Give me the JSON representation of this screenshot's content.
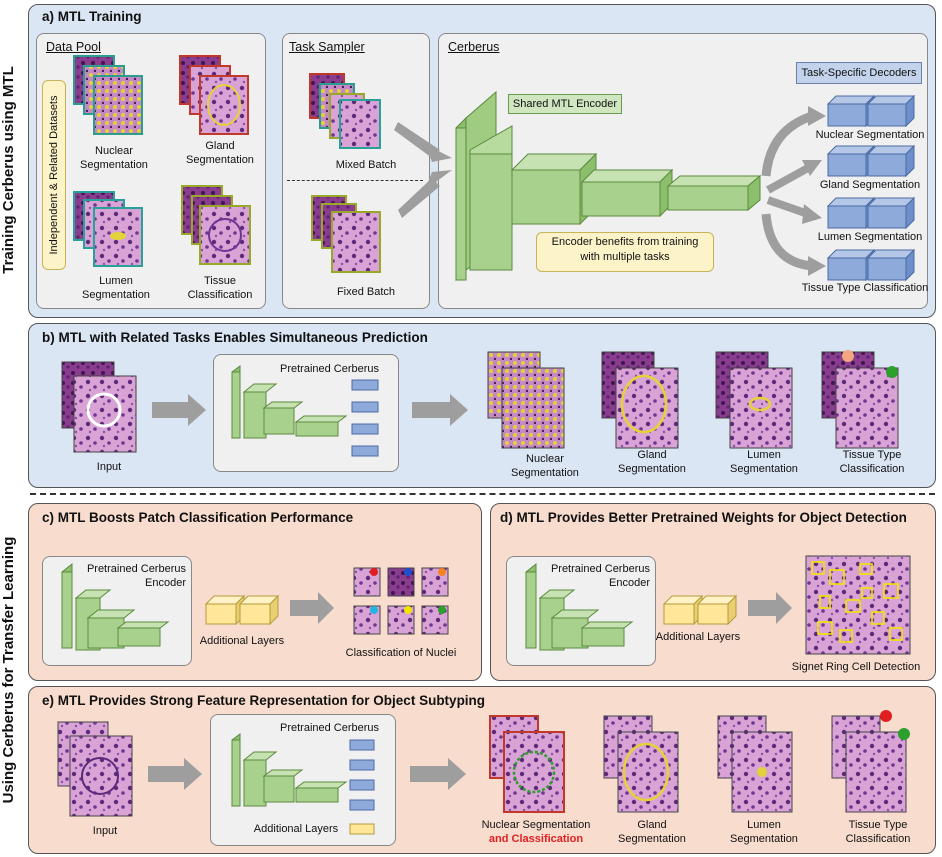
{
  "side_labels": {
    "top": "Training Cerberus using MTL",
    "bottom": "Using Cerberus for Transfer Learning"
  },
  "panel_a": {
    "title": "a) MTL Training",
    "data_pool": {
      "heading": "Data Pool",
      "tag": "Independent & Related Datasets",
      "items": [
        "Nuclear\nSegmentation",
        "Gland\nSegmentation",
        "Lumen\nSegmentation",
        "Tissue\nClassification"
      ]
    },
    "task_sampler": {
      "heading": "Task Sampler",
      "mixed": "Mixed Batch",
      "fixed": "Fixed Batch"
    },
    "cerberus": {
      "heading": "Cerberus",
      "encoder": "Shared MTL Encoder",
      "decoders": "Task-Specific Decoders",
      "note": "Encoder benefits from training\nwith multiple tasks",
      "outputs": [
        "Nuclear Segmentation",
        "Gland Segmentation",
        "Lumen Segmentation",
        "Tissue Type Classification"
      ]
    }
  },
  "panel_b": {
    "title": "b) MTL with Related Tasks Enables Simultaneous Prediction",
    "input": "Input",
    "model": "Pretrained Cerberus",
    "outputs": [
      "Nuclear\nSegmentation",
      "Gland\nSegmentation",
      "Lumen\nSegmentation",
      "Tissue Type\nClassification"
    ]
  },
  "panel_c": {
    "title": "c) MTL Boosts Patch Classification Performance",
    "model": "Pretrained Cerberus\nEncoder",
    "layers": "Additional Layers",
    "output": "Classification of Nuclei"
  },
  "panel_d": {
    "title": "d) MTL Provides Better Pretrained Weights for Object Detection",
    "model": "Pretrained Cerberus\nEncoder",
    "layers": "Additional Layers",
    "output": "Signet Ring Cell Detection"
  },
  "panel_e": {
    "title": "e) MTL Provides Strong Feature Representation for Object Subtyping",
    "input": "Input",
    "model": "Pretrained Cerberus",
    "layers": "Additional Layers",
    "outputs": [
      "Nuclear Segmentation",
      "Gland\nSegmentation",
      "Lumen\nSegmentation",
      "Tissue Type\nClassification"
    ],
    "highlight": "and Classification"
  },
  "colors": {
    "blue_panel": "#dbe6f4",
    "peach_panel": "#f8ddcf",
    "encoder_green": "#a9d18e",
    "decoder_blue": "#8eaadb",
    "layer_yellow": "#ffe699",
    "highlight_red": "#e02020"
  }
}
